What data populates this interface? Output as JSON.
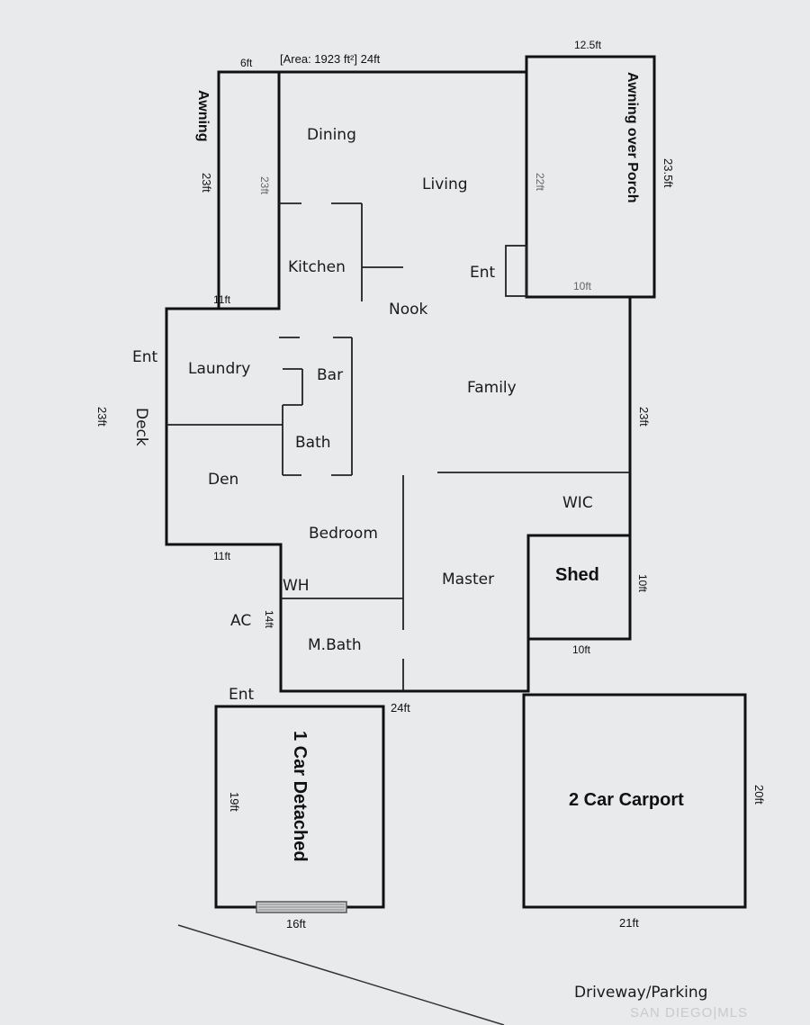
{
  "area_label": "[Area: 1923 ft²] 24ft",
  "rooms": {
    "dining": "Dining",
    "living": "Living",
    "kitchen": "Kitchen",
    "nook": "Nook",
    "ent_front": "Ent",
    "laundry": "Laundry",
    "ent_side": "Ent",
    "bar": "Bar",
    "family": "Family",
    "deck": "Deck",
    "bath": "Bath",
    "den": "Den",
    "wic": "WIC",
    "bedroom": "Bedroom",
    "shed": "Shed",
    "master": "Master",
    "wh": "WH",
    "ac": "AC",
    "mbath": "M.Bath",
    "ent_garage": "Ent",
    "one_car": "1 Car Detached",
    "two_car": "2 Car Carport",
    "awning": "Awning",
    "awning_porch": "Awning over Porch",
    "driveway": "Driveway/Parking"
  },
  "dims": {
    "top_6ft": "6ft",
    "top_12_5ft": "12.5ft",
    "awning_23ft": "23ft",
    "awning_inner_23ft": "23ft",
    "porch_22ft": "22ft",
    "porch_23_5ft": "23.5ft",
    "porch_10ft": "10ft",
    "laundry_11ft": "11ft",
    "left_23ft": "23ft",
    "right_23ft": "23ft",
    "den_11ft": "11ft",
    "shed_10ft_side": "10ft",
    "wh_14ft": "14ft",
    "shed_10ft_bottom": "10ft",
    "bottom_24ft": "24ft",
    "garage_19ft": "19ft",
    "garage_16ft": "16ft",
    "carport_20ft": "20ft",
    "carport_21ft": "21ft"
  },
  "watermark": "SAN DIEGO|MLS"
}
